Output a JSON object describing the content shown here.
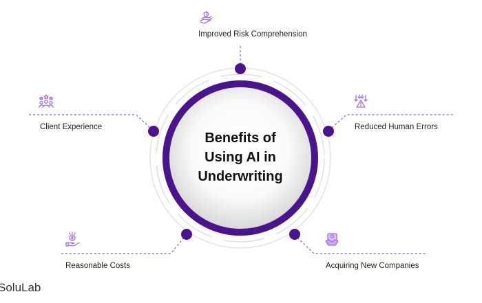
{
  "title": {
    "lines": [
      "Benefits of",
      "Using AI in",
      "Underwriting"
    ]
  },
  "colors": {
    "accent": "#4a148c",
    "icon": "#a46ee8",
    "connector": "#8b5cc8",
    "ring_grey": "#e2e2e2"
  },
  "benefits": [
    {
      "label": "Improved Risk Comprehension",
      "icon": "hand-holding-risk-icon"
    },
    {
      "label": "Client Experience",
      "icon": "rated-customers-icon"
    },
    {
      "label": "Reduced Human Errors",
      "icon": "warning-arrows-icon"
    },
    {
      "label": "Reasonable Costs",
      "icon": "hand-coin-icon"
    },
    {
      "label": "Acquiring New Companies",
      "icon": "handshake-document-icon"
    }
  ],
  "brand": "SoluLab"
}
